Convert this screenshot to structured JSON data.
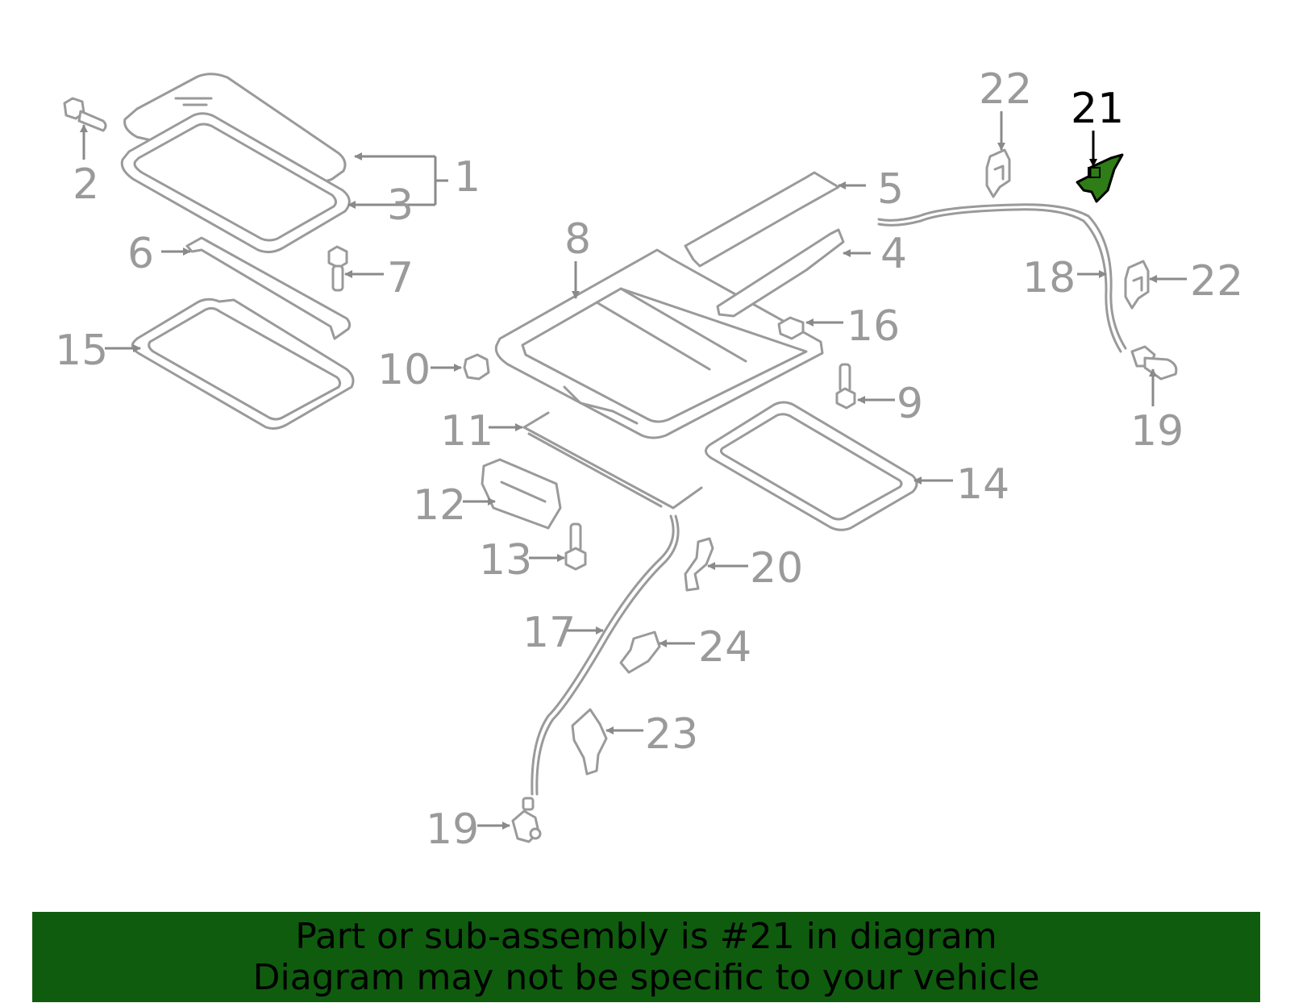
{
  "diagram": {
    "highlighted_part": "21",
    "highlight_color": "#2e7d16",
    "line_color": "#9a9a9a",
    "callouts": [
      {
        "id": "c1",
        "label": "1"
      },
      {
        "id": "c2",
        "label": "2"
      },
      {
        "id": "c3",
        "label": "3"
      },
      {
        "id": "c4",
        "label": "4"
      },
      {
        "id": "c5",
        "label": "5"
      },
      {
        "id": "c6",
        "label": "6"
      },
      {
        "id": "c7",
        "label": "7"
      },
      {
        "id": "c8",
        "label": "8"
      },
      {
        "id": "c9",
        "label": "9"
      },
      {
        "id": "c10",
        "label": "10"
      },
      {
        "id": "c11",
        "label": "11"
      },
      {
        "id": "c12",
        "label": "12"
      },
      {
        "id": "c13",
        "label": "13"
      },
      {
        "id": "c14",
        "label": "14"
      },
      {
        "id": "c15",
        "label": "15"
      },
      {
        "id": "c16",
        "label": "16"
      },
      {
        "id": "c17",
        "label": "17"
      },
      {
        "id": "c18",
        "label": "18"
      },
      {
        "id": "c19a",
        "label": "19"
      },
      {
        "id": "c19b",
        "label": "19"
      },
      {
        "id": "c20",
        "label": "20"
      },
      {
        "id": "c21",
        "label": "21"
      },
      {
        "id": "c22a",
        "label": "22"
      },
      {
        "id": "c22b",
        "label": "22"
      },
      {
        "id": "c23",
        "label": "23"
      },
      {
        "id": "c24",
        "label": "24"
      }
    ]
  },
  "banner": {
    "line1": "Part or sub-assembly is #21 in diagram",
    "line2": "Diagram may not be specific to your vehicle",
    "background_color": "#0f5c0f"
  }
}
